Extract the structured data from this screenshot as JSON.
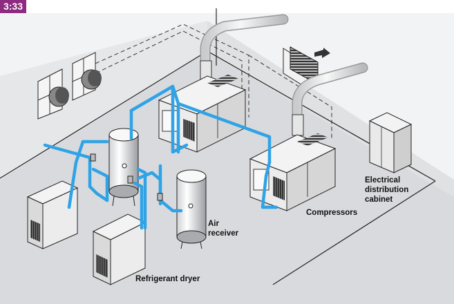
{
  "figure": {
    "number": "3:33"
  },
  "labels": {
    "electrical_cabinet": [
      "Electrical",
      "distribution",
      "cabinet"
    ],
    "compressors": "Compressors",
    "air_receiver": [
      "Air",
      "receiver"
    ],
    "refrigerant_dryer": "Refrigerant dryer"
  },
  "colors": {
    "figure_tag": "#8e2a7f",
    "floor": "#dcdde0",
    "wall": "#e9eaec",
    "air_pipe": "#2fa3e6",
    "equipment_light": "#f1f1f1",
    "equipment_dark": "#555555"
  },
  "icons": [
    "fan-icon",
    "vent-grille-icon",
    "airflow-arrow-icon"
  ]
}
